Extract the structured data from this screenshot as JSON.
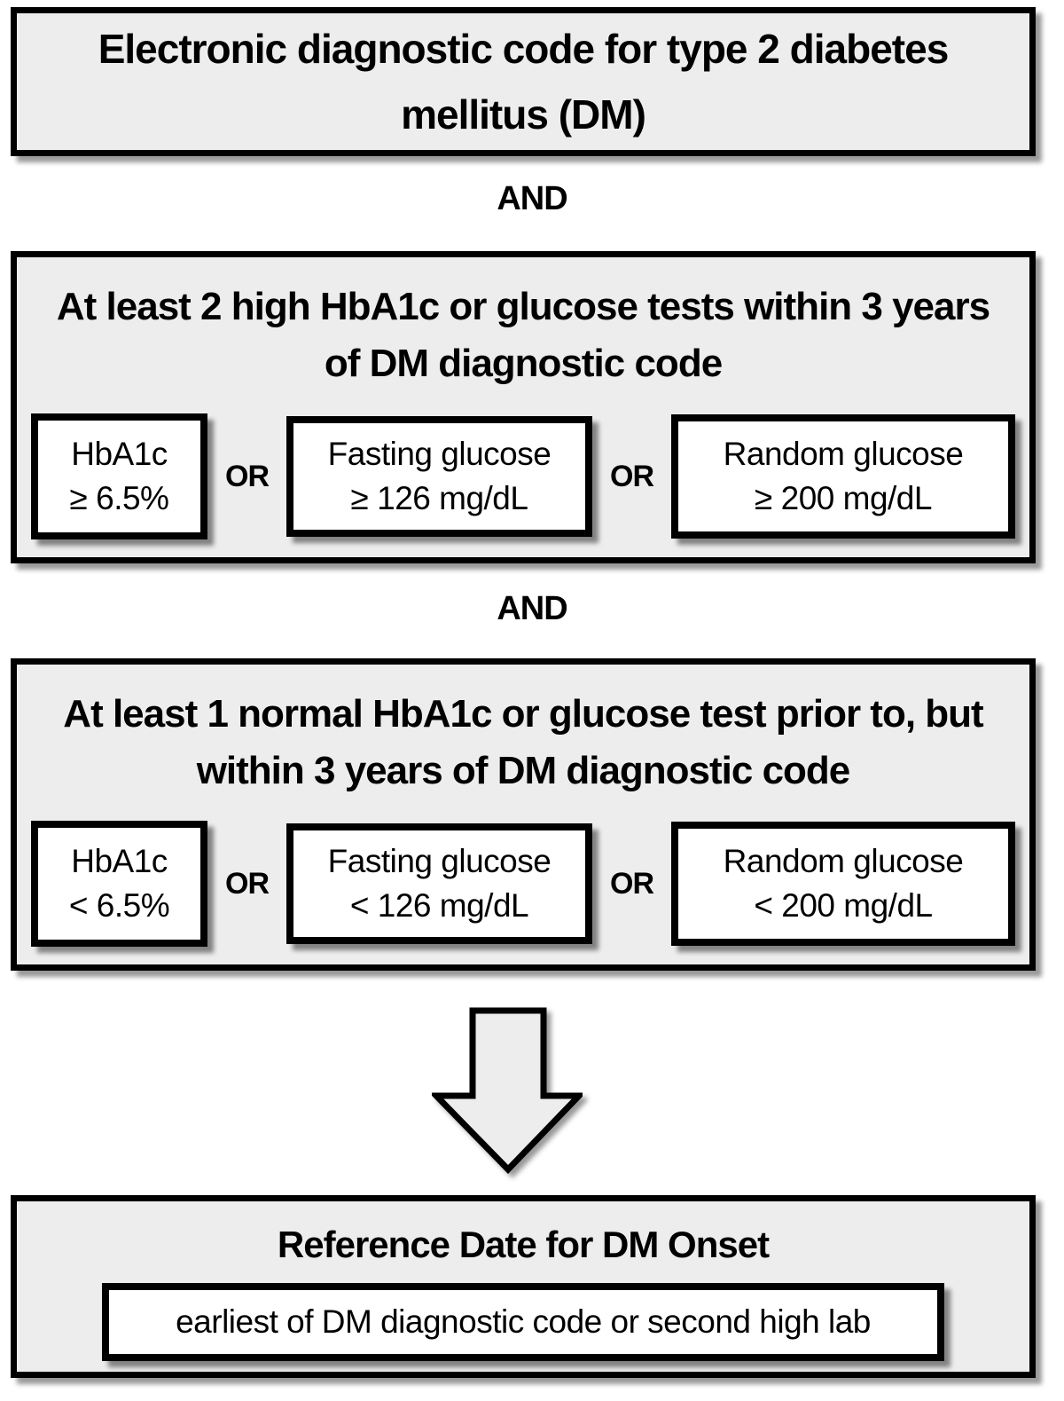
{
  "top_box": {
    "title": "Electronic diagnostic code for type 2 diabetes mellitus (DM)"
  },
  "connectors": {
    "and": "AND",
    "or": "OR"
  },
  "criteria_high": {
    "title": "At least 2 high HbA1c or glucose tests within 3 years of DM diagnostic code",
    "options": [
      {
        "line1": "HbA1c",
        "line2": "≥ 6.5%"
      },
      {
        "line1": "Fasting glucose",
        "line2": "≥ 126 mg/dL"
      },
      {
        "line1": "Random glucose",
        "line2": "≥ 200 mg/dL"
      }
    ]
  },
  "criteria_normal": {
    "title": "At least 1 normal HbA1c or glucose test prior to, but within 3 years of DM diagnostic code",
    "options": [
      {
        "line1": "HbA1c",
        "line2": "< 6.5%"
      },
      {
        "line1": "Fasting glucose",
        "line2": "< 126 mg/dL"
      },
      {
        "line1": "Random glucose",
        "line2": "< 200 mg/dL"
      }
    ]
  },
  "result_box": {
    "title": "Reference Date for DM Onset",
    "detail": "earliest of DM diagnostic code or second high lab"
  },
  "colors": {
    "box_fill": "#ededed",
    "subbox_fill": "#ffffff",
    "border": "#000000",
    "background": "#ffffff"
  }
}
